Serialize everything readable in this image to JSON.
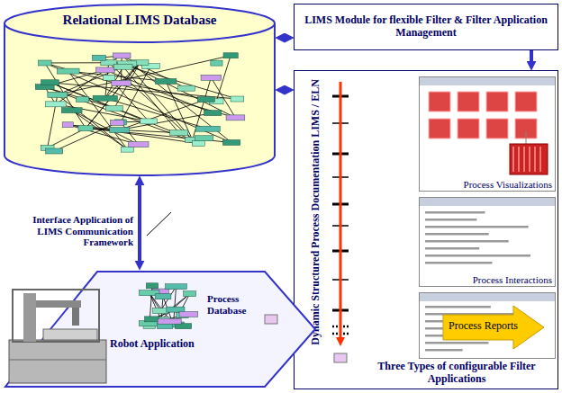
{
  "diagram": {
    "nodes": [
      {
        "text": [
          "Relational LIMS Database"
        ]
      },
      {
        "text": [
          "LIMS Module for flexible Filter & Filter Application Management"
        ]
      },
      {
        "text": [
          "Dynamic Structured Process Documentation LIMS / ELN",
          "Three Types of configurable Filter Applications"
        ]
      },
      {
        "text": [
          "Process Visualizations"
        ],
        "in": 2
      },
      {
        "text": [
          "Process Interactions"
        ],
        "in": 2
      },
      {
        "text": [
          "Process Reports"
        ],
        "in": 2
      },
      {
        "text": [
          "Process Database",
          "Robot Application"
        ]
      }
    ],
    "edges": [
      {
        "from": 0,
        "to": 1,
        "arrow": "both"
      },
      {
        "from": 0,
        "to": 2,
        "arrow": "both"
      },
      {
        "from": 1,
        "to": 2,
        "arrow": "to"
      },
      {
        "from": 0,
        "to": 6,
        "arrow": "both"
      }
    ],
    "labels": [
      "Interface Application of LIMS Communication Framework"
    ]
  }
}
